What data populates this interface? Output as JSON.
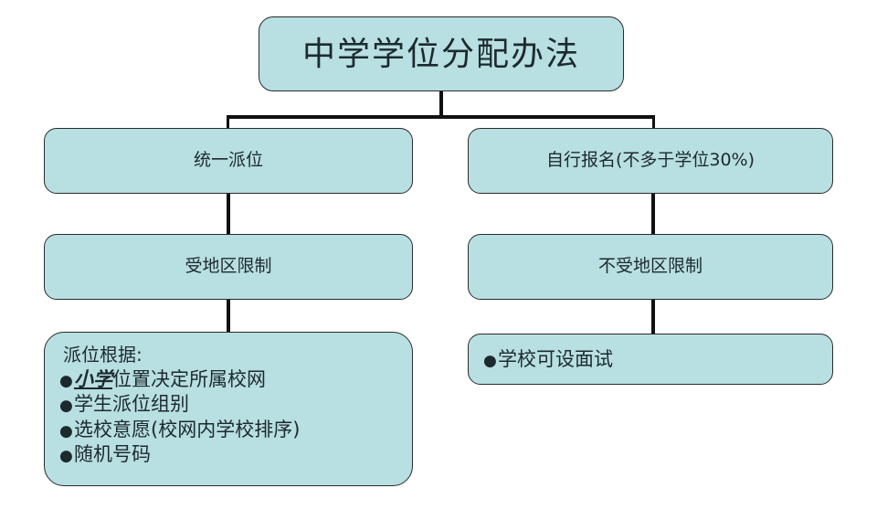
{
  "diagram": {
    "title_box": {
      "label": "中学学位分配办法"
    },
    "branches": [
      {
        "name": "unified-allocation",
        "stage_label": "统一派位",
        "scope_label": "受地区限制"
      },
      {
        "name": "self-application",
        "stage_label": "自行报名(不多于学位30%)",
        "scope_label": "不受地区限制"
      }
    ],
    "criteria_box": {
      "heading": "派位根据:",
      "bullet_glyph": "●",
      "items": [
        {
          "emphasis": "小学",
          "rest": "位置决定所属校网"
        },
        {
          "emphasis": "",
          "rest": "学生派位组别"
        },
        {
          "emphasis": "",
          "rest": "选校意愿(校网内学校排序)"
        },
        {
          "emphasis": "",
          "rest": "随机号码"
        }
      ]
    },
    "interview_box": {
      "bullet_glyph": "●",
      "label": "学校可设面试"
    },
    "colors": {
      "box_fill": "#b8dfe2",
      "box_border": "#2b2b2b",
      "connector": "#111111",
      "text": "#1c2a2e",
      "background": "#ffffff"
    }
  }
}
